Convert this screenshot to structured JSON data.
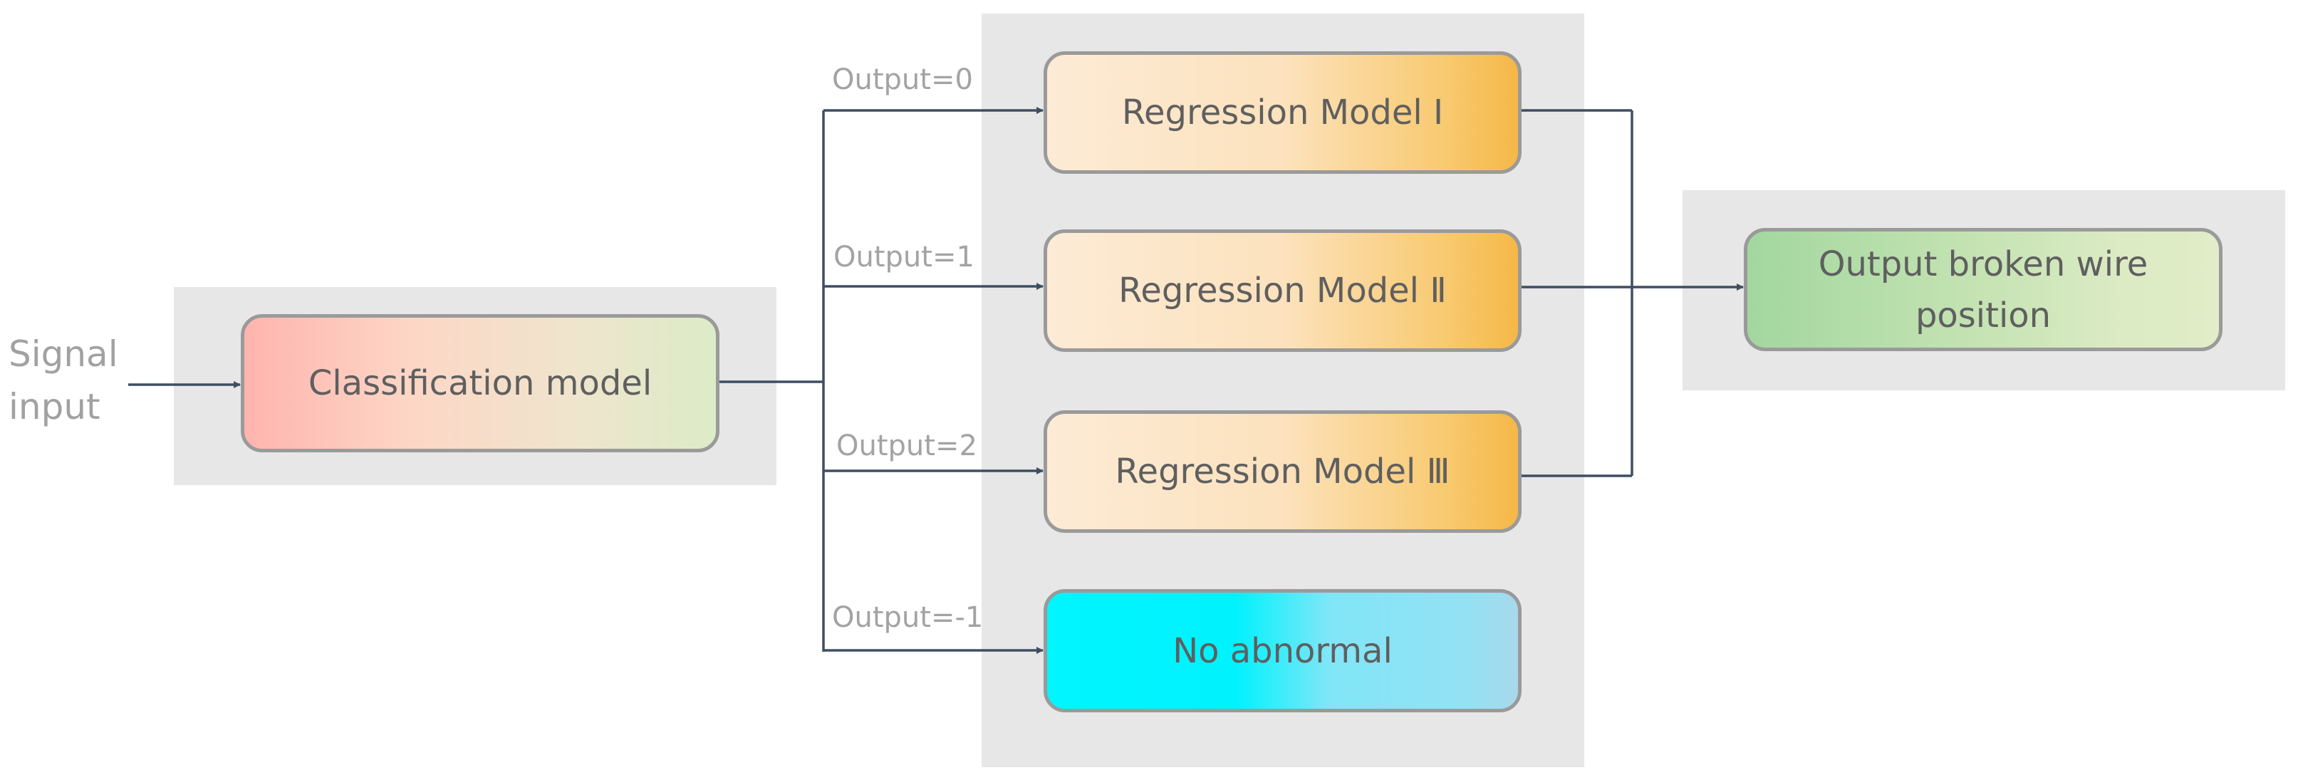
{
  "input_label": "Signal input",
  "classification": {
    "label": "Classification model"
  },
  "branches": [
    {
      "output_label": "Output=0",
      "model_label": "Regression Model I"
    },
    {
      "output_label": "Output=1",
      "model_label": "Regression Model Ⅱ"
    },
    {
      "output_label": "Output=2",
      "model_label": "Regression Model Ⅲ"
    },
    {
      "output_label": "Output=-1",
      "model_label": "No abnormal"
    }
  ],
  "result": {
    "label": "Output broken wire position"
  },
  "colors": {
    "connector": "#3f4e62",
    "panel": "#e7e7e7",
    "box_border": "#9a9a9a",
    "box_text": "#5f5f5f",
    "label_text": "#a3a3a3"
  }
}
